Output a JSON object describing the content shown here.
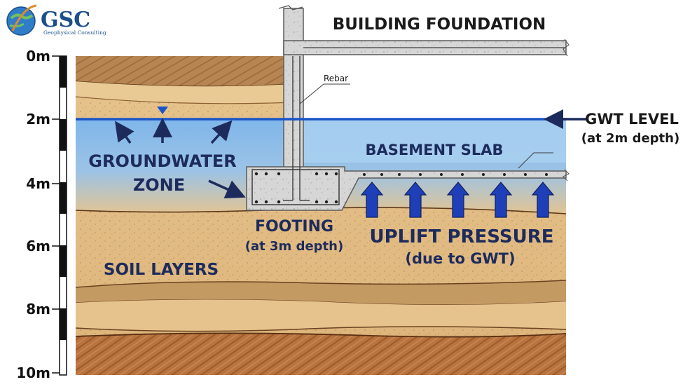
{
  "logo": {
    "name": "GSC",
    "tagline": "Geophysical Consulting"
  },
  "depth_scale": {
    "labels": [
      "0m",
      "2m",
      "4m",
      "6m",
      "8m",
      "10m"
    ]
  },
  "labels": {
    "building_foundation": "BUILDING FOUNDATION",
    "rebar": "Rebar",
    "gwt_level": "GWT LEVEL",
    "gwt_depth": "(at 2m depth)",
    "groundwater_zone_1": "GROUNDWATER",
    "groundwater_zone_2": "ZONE",
    "basement_slab": "BASEMENT SLAB",
    "footing": "FOOTING",
    "footing_depth": "(at 3m depth)",
    "uplift_pressure": "UPLIFT PRESSURE",
    "uplift_cause": "(due to GWT)",
    "soil_layers": "SOIL LAYERS"
  },
  "colors": {
    "label_navy": "#1d2b5c",
    "water_line": "#1a55c8",
    "concrete": "#d6d6d6",
    "arrow_blue": "#1f3fb8"
  }
}
